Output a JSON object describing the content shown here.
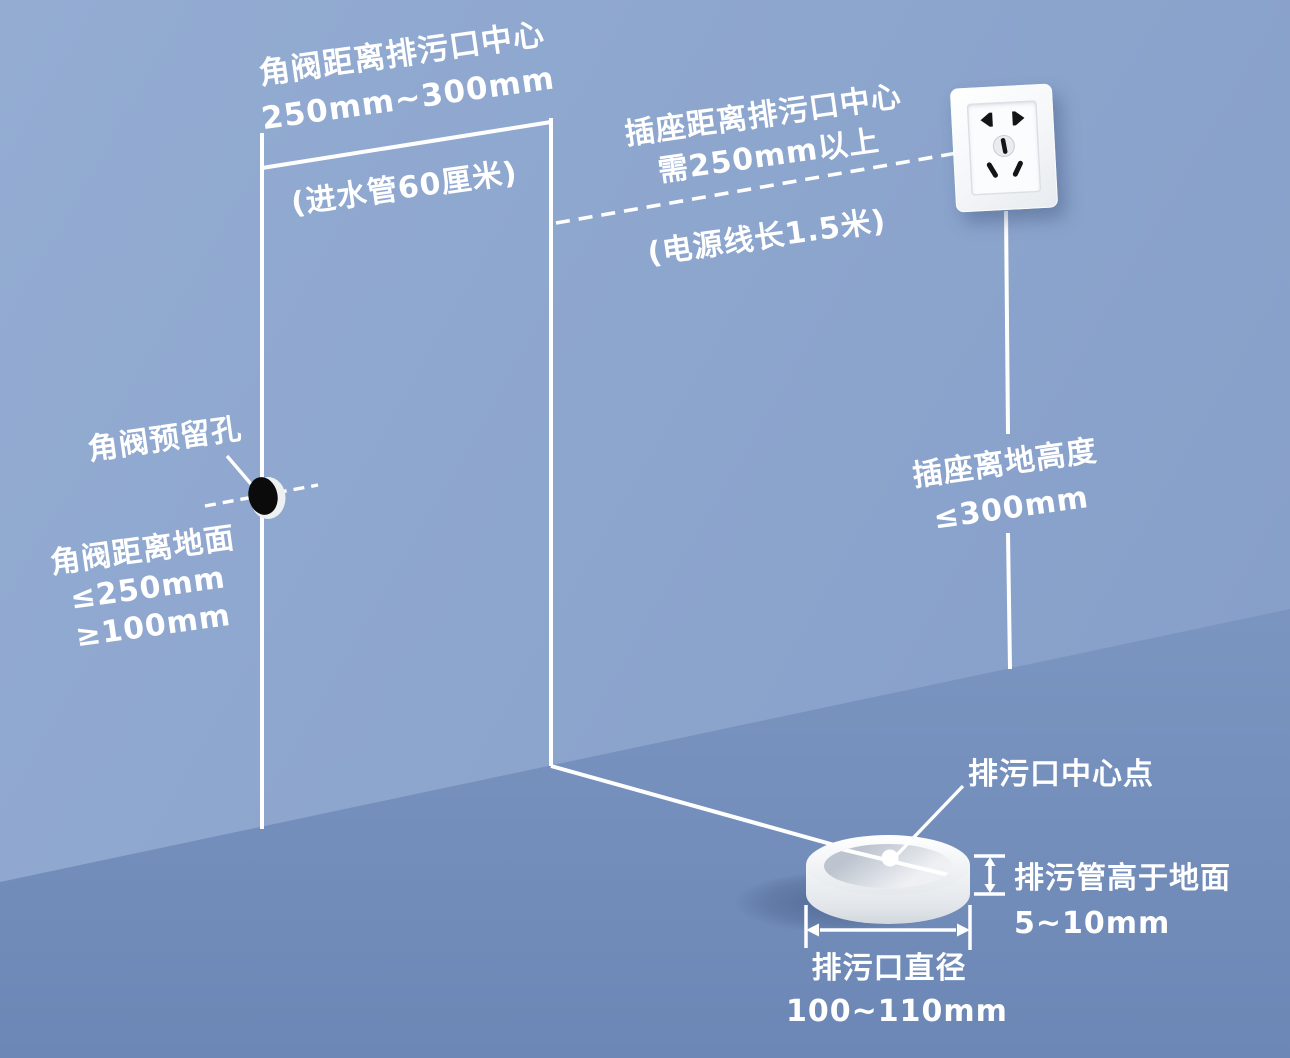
{
  "scene": {
    "wall_color": "#8ca5cd",
    "floor_color": "#7089b7",
    "line_color": "#ffffff",
    "hole_color": "#0b0b0b"
  },
  "annotations": {
    "valve_distance": {
      "title": "角阀距离排污口中心",
      "value": "250mm~300mm"
    },
    "inlet_pipe_note": "(进水管60厘米)",
    "socket_distance": {
      "title": "插座距离排污口中心",
      "value": "需250mm以上"
    },
    "power_cord_note": "(电源线长1.5米)",
    "valve_hole_label": "角阀预留孔",
    "valve_height": {
      "title": "角阀距离地面",
      "max": "≤250mm",
      "min": "≥100mm"
    },
    "socket_height": {
      "title": "插座离地高度",
      "value": "≤300mm"
    },
    "drain_center_label": "排污口中心点",
    "drain_height": {
      "title": "排污管高于地面",
      "value": "5~10mm"
    },
    "drain_diameter": {
      "title": "排污口直径",
      "value": "100~110mm"
    }
  }
}
